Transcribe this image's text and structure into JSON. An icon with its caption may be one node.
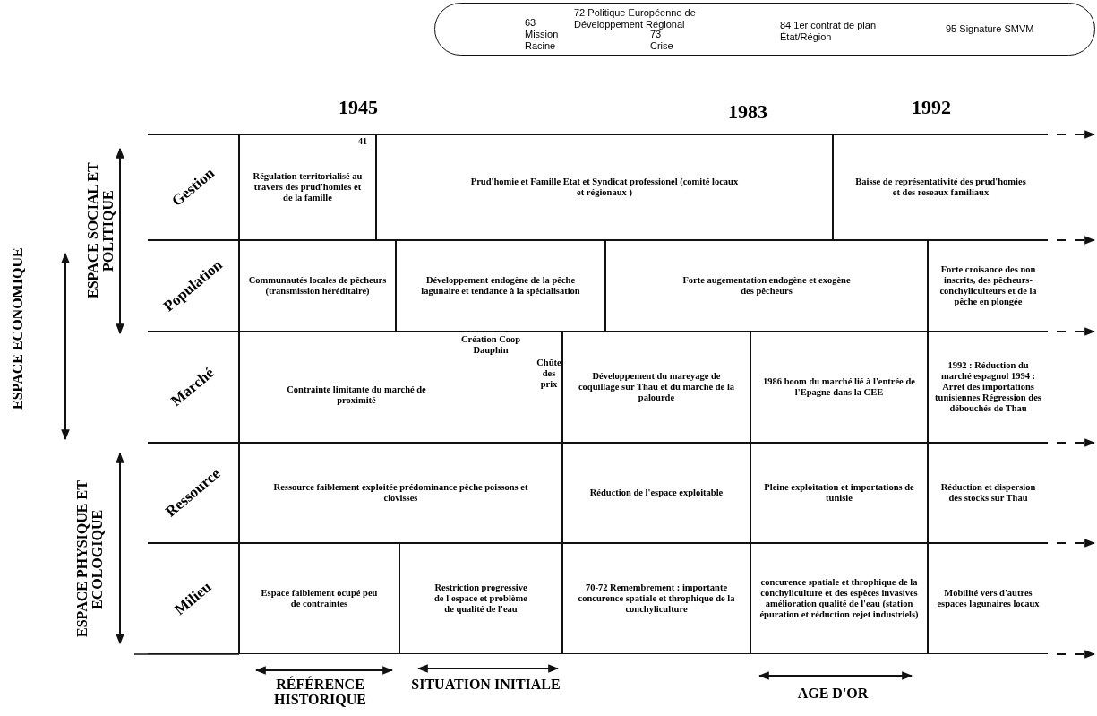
{
  "diagram": {
    "nodes": [
      {
        "text": [
          "72 Politique Européenne de Développement Régional",
          "63 Mission Racine",
          "73 Crise",
          "84 1er contrat de plan État/Région",
          "95 Signature SMVM"
        ]
      },
      {
        "text": [
          "Gestion"
        ]
      },
      {
        "text": [
          "Régulation territorialisé au travers des prud'homies et de la famille"
        ]
      },
      {
        "text": [
          "Prud'homie et Famille Etat et Syndicat professionel (comité locaux et régionaux )"
        ]
      },
      {
        "text": [
          "Baisse de représentativité des prud'homies et des reseaux familiaux"
        ]
      },
      {
        "text": [
          "Population"
        ]
      },
      {
        "text": [
          "Communautés locales de pêcheurs (transmission héréditaire)"
        ]
      },
      {
        "text": [
          "Développement endogène de la pêche lagunaire et tendance à la spécialisation"
        ]
      },
      {
        "text": [
          "Forte augementation endogène et exogène des pêcheurs"
        ]
      },
      {
        "text": [
          "Forte croisance des non inscrits, des pêcheurs-conchyliculteurs et de la pêche en plongée"
        ]
      },
      {
        "text": [
          "Marché"
        ]
      },
      {
        "text": [
          "Création Coop Dauphin",
          "Chûte des prix",
          "Contrainte limitante du marché de proximité"
        ]
      },
      {
        "text": [
          "Développement du mareyage de coquillage sur Thau et du marché de la palourde"
        ]
      },
      {
        "text": [
          "1986 boom du marché lié à l'entrée de l'Epagne dans la CEE"
        ]
      },
      {
        "text": [
          "1992 : Réduction du marché espagnol 1994 : Arrêt des importations tunisiennes Régression des débouchés de Thau"
        ]
      },
      {
        "text": [
          "Ressource"
        ]
      },
      {
        "text": [
          "Ressource faiblement exploitée prédominance pêche poissons et clovisses"
        ]
      },
      {
        "text": [
          "Réduction de l'espace exploitable"
        ]
      },
      {
        "text": [
          "Pleine exploitation et importations de tunisie"
        ]
      },
      {
        "text": [
          "Réduction et dispersion des stocks sur Thau"
        ]
      },
      {
        "text": [
          "Milieu"
        ]
      },
      {
        "text": [
          "Espace faiblement ocupé peu de contraintes"
        ]
      },
      {
        "text": [
          "Restriction progressive de l'espace et problème de qualité de l'eau"
        ]
      },
      {
        "text": [
          "70-72 Remembrement : importante concurence spatiale et throphique de la conchyliculture"
        ]
      },
      {
        "text": [
          "concurence spatiale et throphique de la conchyliculture et des espèces invasives amélioration qualité de l'eau (station épuration et réduction rejet industriels)"
        ]
      },
      {
        "text": [
          "Mobilité vers d'autres espaces lagunaires locaux"
        ]
      }
    ],
    "labels": [
      "1945",
      "1983",
      "1992",
      "41",
      "ESPACE SOCIAL ET POLITIQUE",
      "ESPACE ECONOMIQUE",
      "ESPACE PHYSIQUE ET ECOLOGIQUE",
      "RÉFÉRENCE HISTORIQUE",
      "SITUATION INITIALE",
      "AGE D'OR"
    ]
  }
}
